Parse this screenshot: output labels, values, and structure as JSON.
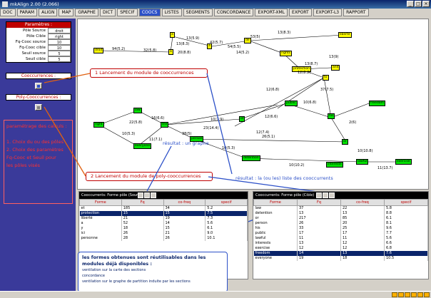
{
  "window": {
    "title": "mkAlign 2.00 (2.066)"
  },
  "menu": [
    "DOC",
    "PARAM",
    "ALIGN",
    "MAP",
    "GRAPHE",
    "DICT",
    "SPECIF",
    "COOCS",
    "LISTES",
    "SEGMENTS",
    "CONCORDANCE",
    "EXPORT-XML",
    "EXPORT",
    "EXPORT-L3",
    "RAPPORT"
  ],
  "params": {
    "title": "Paramètres :",
    "rows": [
      {
        "label": "Pôle Source",
        "value": "droit"
      },
      {
        "label": "Pôle Cible",
        "value": "right"
      },
      {
        "label": "Fq-Cooc source",
        "value": "10"
      },
      {
        "label": "Fq-Cooc cible",
        "value": "10"
      },
      {
        "label": "Seuil source",
        "value": "5"
      },
      {
        "label": "Seuil cible",
        "value": "5"
      }
    ],
    "cooc_title": "Cooccurrences :",
    "polycooc_title": "Poly-Cooccurrences :"
  },
  "annotations": {
    "left": [
      "paramétrage des calculs :",
      "",
      "1.  Choix du ou des pôles",
      "2.  Choix des paramètres",
      "Fq-Cooc et Seuil pour",
      "les pôles visés"
    ],
    "a1": "1  Lancement du module de cooccurrences",
    "a2": "2  Lancement du module de poly-cooccurrences",
    "res1": "résultat : un graphe",
    "res2": "résultat : la (ou les) liste des cooccurrents",
    "bottom_big": "les formes obtenues sont réutilisables dans les modules déjà disponibles :",
    "bottom_small": [
      "ventilation sur la carte des sections",
      "concordance",
      "ventilation sur le graphe de partition induite par les sections"
    ]
  },
  "graph_nodes": [
    {
      "label": "droit",
      "c": "y"
    },
    {
      "label": "a",
      "c": "y"
    },
    {
      "label": "a",
      "c": "y"
    },
    {
      "label": "à",
      "c": "y"
    },
    {
      "label": "de",
      "c": "y"
    },
    {
      "label": "rights",
      "c": "y"
    },
    {
      "label": "liberté",
      "c": "y"
    },
    {
      "label": "and",
      "c": "y"
    },
    {
      "label": "protection",
      "c": "y"
    },
    {
      "label": "to",
      "c": "y"
    },
    {
      "label": "right",
      "c": "g"
    },
    {
      "label": "law",
      "c": "g"
    },
    {
      "label": "everyone",
      "c": "g"
    },
    {
      "label": "the",
      "c": "g"
    },
    {
      "label": "public",
      "c": "g"
    },
    {
      "label": "freedom",
      "c": "g"
    },
    {
      "label": "his",
      "c": "g"
    },
    {
      "label": "of",
      "c": "g"
    },
    {
      "label": "or",
      "c": "g"
    },
    {
      "label": "person",
      "c": "g"
    },
    {
      "label": "lawful",
      "c": "g"
    },
    {
      "label": "detention",
      "c": "g"
    },
    {
      "label": "exercise",
      "c": "g"
    },
    {
      "label": "interests",
      "c": "g"
    }
  ],
  "edge_labels": [
    "94(5.2)",
    "32(5.8)",
    "13(5.9)",
    "20(8.8)",
    "13(8.3)",
    "42(5.7)",
    "54(5.5)",
    "14(5.2)",
    "53(5)",
    "13(8.3)",
    "13(8.7)",
    "13(9)",
    "12(8.2)",
    "12(6.8)",
    "10(6.8)",
    "37(7.5)",
    "16(6.6)",
    "22(5.8)",
    "10(5.3)",
    "10(7.9)",
    "11(7.1)",
    "38(5)",
    "23(14.4)",
    "12(6.6)",
    "12(7.4)",
    "10(5.3)",
    "26(5.1)",
    "2(6)",
    "10(10.2)",
    "10(10.8)",
    "11(13.7)"
  ],
  "left_table": {
    "title": "Cooccurrents: Forme pôle (Source)",
    "headers": [
      "Forme",
      "Fq",
      "co-freq",
      "specif"
    ],
    "rows": [
      [
        "et",
        "185",
        "34",
        "5.2"
      ],
      [
        "protection",
        "15",
        "15",
        "7.5"
      ],
      [
        "liberté",
        "21",
        "19",
        "7.3"
      ],
      [
        "a",
        "52",
        "14",
        "5.6"
      ],
      [
        "y",
        "18",
        "15",
        "6.1"
      ],
      [
        "ici",
        "26",
        "21",
        "9.0"
      ],
      [
        "personne",
        "28",
        "26",
        "10.1"
      ]
    ],
    "selected": 1
  },
  "right_table": {
    "title": "Cooccurrents: Forme pôle (Cible)",
    "headers": [
      "Forme",
      "Fq",
      "co-freq",
      "specif"
    ],
    "rows": [
      [
        "law",
        "37",
        "22",
        "5.8"
      ],
      [
        "detention",
        "13",
        "13",
        "8.8"
      ],
      [
        "or",
        "217",
        "85",
        "6.1"
      ],
      [
        "person",
        "26",
        "20",
        "8.1"
      ],
      [
        "his",
        "33",
        "25",
        "9.6"
      ],
      [
        "public",
        "17",
        "17",
        "7.7"
      ],
      [
        "lawful",
        "11",
        "11",
        "5.6"
      ],
      [
        "interests",
        "13",
        "12",
        "6.6"
      ],
      [
        "exercise",
        "12",
        "12",
        "6.8"
      ],
      [
        "freedom",
        "14",
        "13",
        "7.6"
      ],
      [
        "everyone",
        "19",
        "18",
        "10.5"
      ]
    ],
    "selected": 9
  }
}
